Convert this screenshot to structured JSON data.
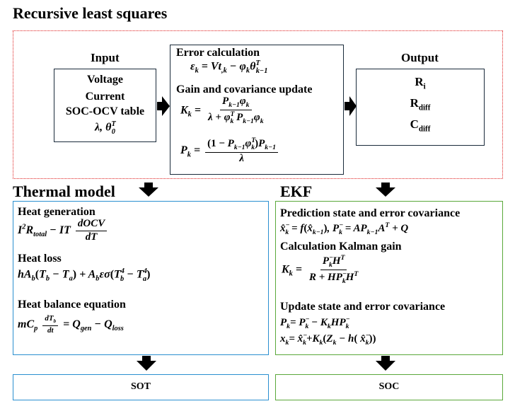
{
  "titles": {
    "rls": "Recursive least squares",
    "thermal": "Thermal model",
    "ekf": "EKF"
  },
  "rls": {
    "input": {
      "heading": "Input",
      "items": [
        "Voltage",
        "Current",
        "SOC-OCV table"
      ],
      "params": "λ, θ"
    },
    "center": {
      "error_heading": "Error calculation",
      "gain_heading": "Gain and covariance update"
    },
    "output": {
      "heading": "Output",
      "items": [
        "R",
        "R",
        "C"
      ],
      "subscripts": [
        "i",
        "diff",
        "diff"
      ]
    }
  },
  "thermal": {
    "heat_generation": "Heat generation",
    "heat_loss": "Heat loss",
    "heat_balance": "Heat balance equation",
    "result": "SOT"
  },
  "ekf": {
    "prediction": "Prediction state and error covariance",
    "kalman_gain": "Calculation Kalman gain",
    "update": "Update state and error covariance",
    "result": "SOC"
  },
  "colors": {
    "rls_border": "#e02020",
    "thermal_border": "#2a8fd0",
    "ekf_border": "#5aa83a",
    "arrow": "#000000"
  },
  "icons": [
    "arrow-right-icon",
    "arrow-down-icon"
  ]
}
